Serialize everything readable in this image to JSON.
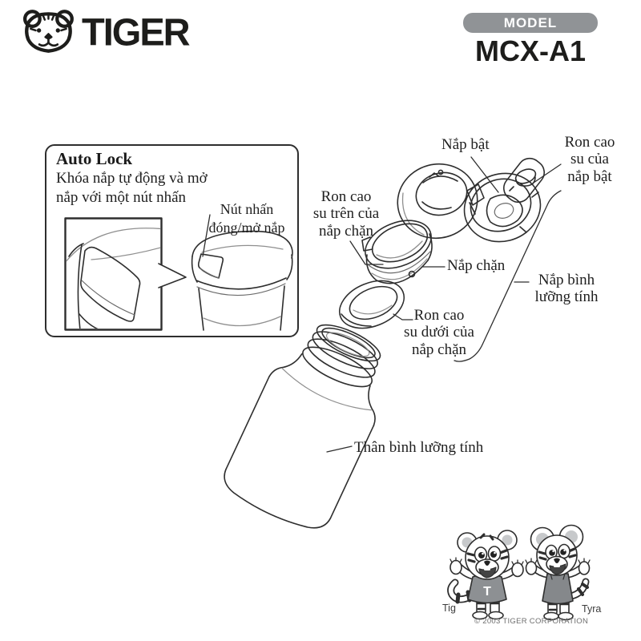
{
  "header": {
    "brand": "TIGER",
    "brand_icon": "tiger-face-icon",
    "model_badge": "MODEL",
    "model_number": "MCX-A1"
  },
  "auto_lock": {
    "title": "Auto Lock",
    "description": "Khóa nắp tự động và mở\nnắp với một nút nhấn",
    "button_callout": "Nút nhấn\nđóng/mở nắp"
  },
  "parts": {
    "flip_lid": "Nắp bật",
    "flip_lid_gasket": "Ron cao\nsu của\nnắp bật",
    "stopper_upper_gasket": "Ron cao\nsu trên của\nnắp chặn",
    "stopper": "Nắp chặn",
    "lid_unit": "Nắp bình\nlưỡng tính",
    "stopper_lower_gasket": "Ron cao\nsu dưới của\nnắp chặn",
    "bottle_body": "Thân bình lưỡng tính"
  },
  "mascots": {
    "left_name": "Tig",
    "right_name": "Tyra",
    "shirt_letter": "T",
    "copyright": "© 2003 TIGER CORPORATION"
  },
  "colors": {
    "line": "#2e2e2e",
    "light_line": "#9a9a9a",
    "badge_gray": "#909396",
    "mascot_shirt_gray": "#8d9093",
    "mascot_ear_gray": "#c7c9cb"
  }
}
